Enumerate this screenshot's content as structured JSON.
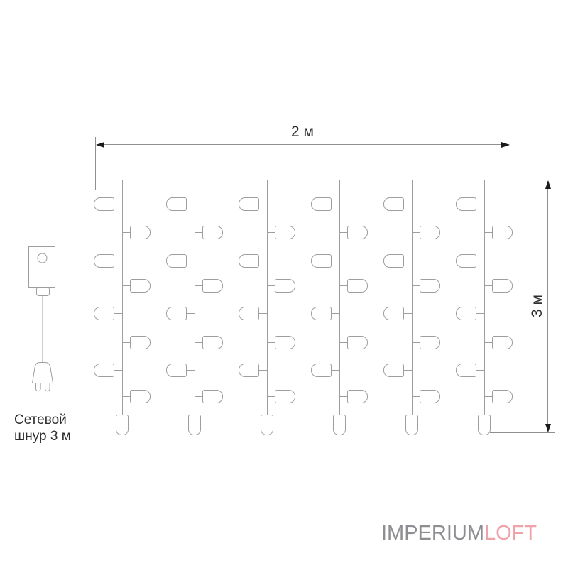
{
  "dimensions": {
    "width": {
      "label": "2 м"
    },
    "height": {
      "label": "3 м"
    }
  },
  "power": {
    "cord_label_line1": "Сетевой",
    "cord_label_line2": "шнур 3 м"
  },
  "curtain": {
    "strand_count": 6,
    "side_bulbs_per_strand": 8,
    "bottom_bulbs_per_strand": 1,
    "total_bulbs": 54
  },
  "logo": {
    "part1": "IMPERIUM",
    "part2": "LOFT"
  },
  "colors": {
    "background": "#ffffff",
    "line": "#9e9e9e",
    "dimension_line": "#8f8f8f",
    "arrow": "#1b1b1b",
    "text": "#2e2e2e",
    "logo_gray": "#8e8e92",
    "logo_pink": "#f0a2aa"
  }
}
